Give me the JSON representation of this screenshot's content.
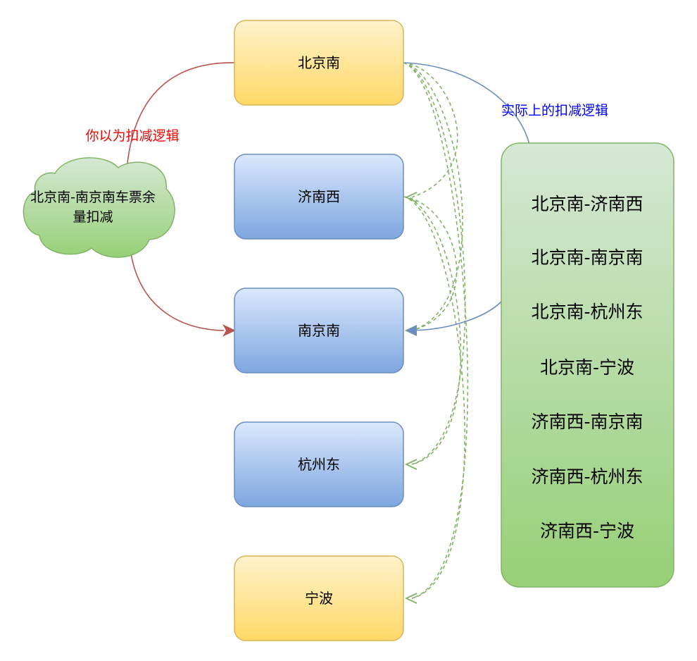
{
  "stations": [
    {
      "id": "bjn",
      "label": "北京南",
      "kind": "endpoint"
    },
    {
      "id": "jnx",
      "label": "济南西",
      "kind": "intermediate"
    },
    {
      "id": "njn",
      "label": "南京南",
      "kind": "intermediate"
    },
    {
      "id": "hzd",
      "label": "杭州东",
      "kind": "intermediate"
    },
    {
      "id": "nb",
      "label": "宁波",
      "kind": "endpoint"
    }
  ],
  "cloud": {
    "line1": "北京南-南京南车票余",
    "line2": "量扣减"
  },
  "labels": {
    "assumed": "你以为扣减逻辑",
    "actual": "实际上的扣减逻辑"
  },
  "actual_routes": [
    "北京南-济南西",
    "北京南-南京南",
    "北京南-杭州东",
    "北京南-宁波",
    "济南西-南京南",
    "济南西-杭州东",
    "济南西-宁波"
  ],
  "colors": {
    "assumed_edge": "#b85450",
    "assumed_label": "#ff0000",
    "actual_edge": "#6c8ebf",
    "actual_label": "#0000ff",
    "dashed_edge": "#82b366",
    "endpoint_stroke": "#d6b656",
    "intermediate_stroke": "#6c8ebf",
    "routes_stroke": "#82b366"
  }
}
